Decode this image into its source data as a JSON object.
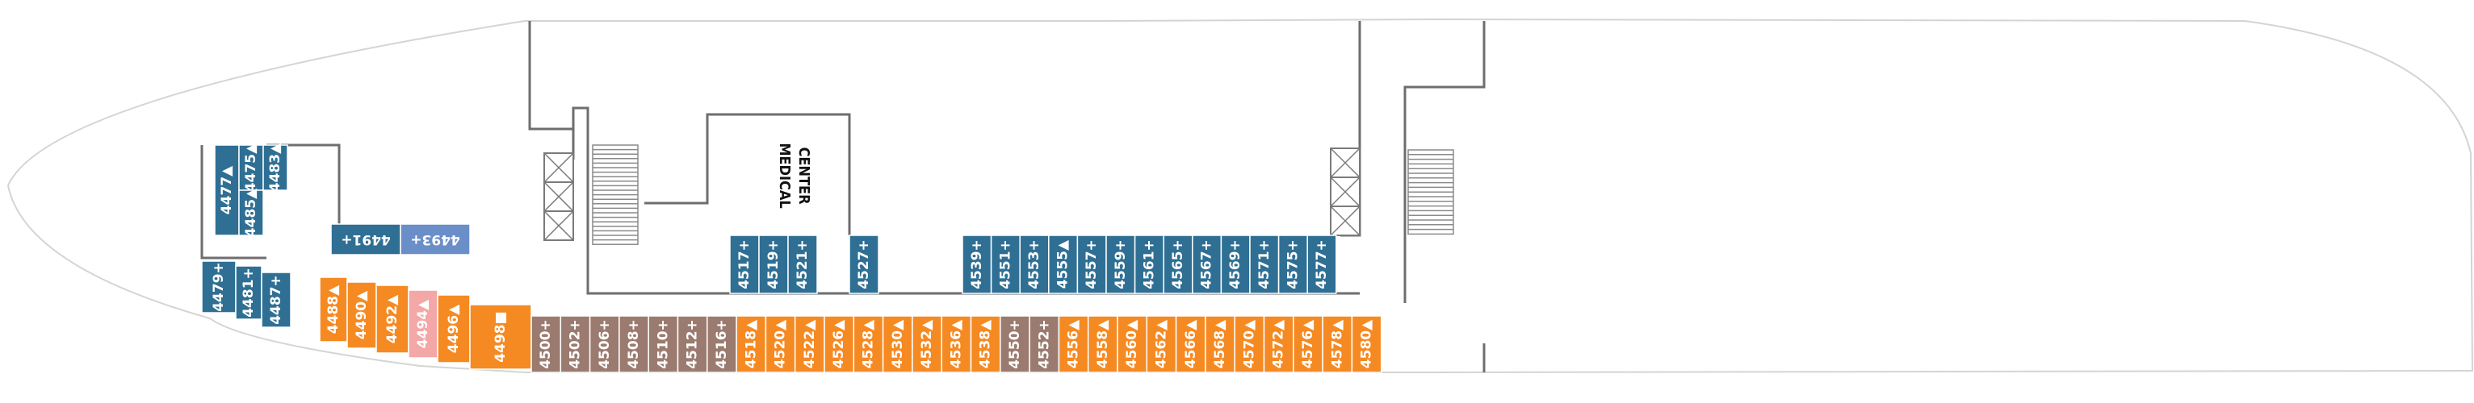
{
  "colors": {
    "orange": "#f58a23",
    "blue": "#2f6f94",
    "brown": "#9b7b6f",
    "pink": "#f3a7a7",
    "lightblue": "#6a8ec8",
    "wall": "#6e6e6e",
    "hull": "#d4d4d4"
  },
  "labels": {
    "medical_center_line1": "MEDICAL",
    "medical_center_line2": "CENTER"
  },
  "cabins": [
    {
      "id": "4477",
      "label": "4477▲",
      "color": "blue"
    },
    {
      "id": "4475",
      "label": "4475▲",
      "color": "blue"
    },
    {
      "id": "4485",
      "label": "4485▲",
      "color": "blue"
    },
    {
      "id": "4483",
      "label": "4483▲",
      "color": "blue"
    },
    {
      "id": "4479",
      "label": "4479+",
      "color": "blue"
    },
    {
      "id": "4481",
      "label": "4481+",
      "color": "blue"
    },
    {
      "id": "4487",
      "label": "4487+",
      "color": "blue"
    },
    {
      "id": "4488",
      "label": "4488▲",
      "color": "orange"
    },
    {
      "id": "4490",
      "label": "4490▲",
      "color": "orange"
    },
    {
      "id": "4492",
      "label": "4492▲",
      "color": "orange"
    },
    {
      "id": "4494",
      "label": "4494▲",
      "color": "pink"
    },
    {
      "id": "4496",
      "label": "4496▲",
      "color": "orange"
    },
    {
      "id": "4498",
      "label": "4498■",
      "color": "orange"
    },
    {
      "id": "4491",
      "label": "4491+",
      "color": "blue"
    },
    {
      "id": "4493",
      "label": "4493+",
      "color": "lightblue"
    },
    {
      "id": "4500",
      "label": "4500+",
      "color": "brown"
    },
    {
      "id": "4502",
      "label": "4502+",
      "color": "brown"
    },
    {
      "id": "4506",
      "label": "4506+",
      "color": "brown"
    },
    {
      "id": "4508",
      "label": "4508+",
      "color": "brown"
    },
    {
      "id": "4510",
      "label": "4510+",
      "color": "brown"
    },
    {
      "id": "4512",
      "label": "4512+",
      "color": "brown"
    },
    {
      "id": "4516",
      "label": "4516+",
      "color": "brown"
    },
    {
      "id": "4518",
      "label": "4518▲",
      "color": "orange"
    },
    {
      "id": "4520",
      "label": "4520▲",
      "color": "orange"
    },
    {
      "id": "4522",
      "label": "4522▲",
      "color": "orange"
    },
    {
      "id": "4526",
      "label": "4526▲",
      "color": "orange"
    },
    {
      "id": "4528",
      "label": "4528▲",
      "color": "orange"
    },
    {
      "id": "4530",
      "label": "4530▲",
      "color": "orange"
    },
    {
      "id": "4532",
      "label": "4532▲",
      "color": "orange"
    },
    {
      "id": "4536",
      "label": "4536▲",
      "color": "orange"
    },
    {
      "id": "4538",
      "label": "4538▲",
      "color": "orange"
    },
    {
      "id": "4550",
      "label": "4550+",
      "color": "brown"
    },
    {
      "id": "4552",
      "label": "4552+",
      "color": "brown"
    },
    {
      "id": "4556",
      "label": "4556▲",
      "color": "orange"
    },
    {
      "id": "4558",
      "label": "4558▲",
      "color": "orange"
    },
    {
      "id": "4560",
      "label": "4560▲",
      "color": "orange"
    },
    {
      "id": "4562",
      "label": "4562▲",
      "color": "orange"
    },
    {
      "id": "4566",
      "label": "4566▲",
      "color": "orange"
    },
    {
      "id": "4568",
      "label": "4568▲",
      "color": "orange"
    },
    {
      "id": "4570",
      "label": "4570▲",
      "color": "orange"
    },
    {
      "id": "4572",
      "label": "4572▲",
      "color": "orange"
    },
    {
      "id": "4576",
      "label": "4576▲",
      "color": "orange"
    },
    {
      "id": "4578",
      "label": "4578▲",
      "color": "orange"
    },
    {
      "id": "4580",
      "label": "4580▲",
      "color": "orange"
    },
    {
      "id": "4517",
      "label": "4517+",
      "color": "blue"
    },
    {
      "id": "4519",
      "label": "4519+",
      "color": "blue"
    },
    {
      "id": "4521",
      "label": "4521+",
      "color": "blue"
    },
    {
      "id": "4527",
      "label": "4527+",
      "color": "blue"
    },
    {
      "id": "4539",
      "label": "4539+",
      "color": "blue"
    },
    {
      "id": "4551",
      "label": "4551+",
      "color": "blue"
    },
    {
      "id": "4553",
      "label": "4553+",
      "color": "blue"
    },
    {
      "id": "4555",
      "label": "4555▲",
      "color": "blue"
    },
    {
      "id": "4557",
      "label": "4557+",
      "color": "blue"
    },
    {
      "id": "4559",
      "label": "4559+",
      "color": "blue"
    },
    {
      "id": "4561",
      "label": "4561+",
      "color": "blue"
    },
    {
      "id": "4565",
      "label": "4565+",
      "color": "blue"
    },
    {
      "id": "4567",
      "label": "4567+",
      "color": "blue"
    },
    {
      "id": "4569",
      "label": "4569+",
      "color": "blue"
    },
    {
      "id": "4571",
      "label": "4571+",
      "color": "blue"
    },
    {
      "id": "4575",
      "label": "4575+",
      "color": "blue"
    },
    {
      "id": "4577",
      "label": "4577+",
      "color": "blue"
    }
  ]
}
